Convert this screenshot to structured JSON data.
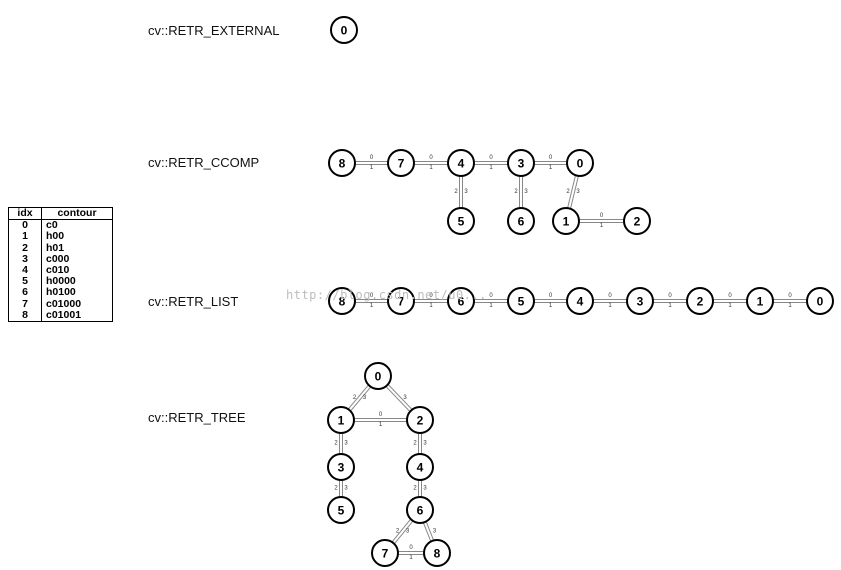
{
  "watermark": "http://blog.csdn.net/u0...",
  "legend": {
    "headers": [
      "idx",
      "contour"
    ],
    "rows": [
      [
        "0",
        "c0"
      ],
      [
        "1",
        "h00"
      ],
      [
        "2",
        "h01"
      ],
      [
        "3",
        "c000"
      ],
      [
        "4",
        "c010"
      ],
      [
        "5",
        "h0000"
      ],
      [
        "6",
        "h0100"
      ],
      [
        "7",
        "c01000"
      ],
      [
        "8",
        "c01001"
      ]
    ]
  },
  "modes": [
    {
      "id": "external",
      "label": "cv::RETR_EXTERNAL",
      "nodes": [
        {
          "id": "0",
          "label": "0"
        }
      ],
      "edges": []
    },
    {
      "id": "ccomp",
      "label": "cv::RETR_CCOMP",
      "nodes": [
        {
          "id": "8",
          "label": "8"
        },
        {
          "id": "7",
          "label": "7"
        },
        {
          "id": "4",
          "label": "4"
        },
        {
          "id": "3",
          "label": "3"
        },
        {
          "id": "0",
          "label": "0"
        },
        {
          "id": "5",
          "label": "5"
        },
        {
          "id": "6",
          "label": "6"
        },
        {
          "id": "1",
          "label": "1"
        },
        {
          "id": "2",
          "label": "2"
        }
      ],
      "edges": [
        {
          "from": "8",
          "to": "7",
          "labels": [
            "0",
            "1"
          ]
        },
        {
          "from": "7",
          "to": "4",
          "labels": [
            "0",
            "1"
          ]
        },
        {
          "from": "4",
          "to": "3",
          "labels": [
            "0",
            "1"
          ]
        },
        {
          "from": "3",
          "to": "0",
          "labels": [
            "0",
            "1"
          ]
        },
        {
          "from": "4",
          "to": "5",
          "labels": [
            "2",
            "3"
          ]
        },
        {
          "from": "3",
          "to": "6",
          "labels": [
            "2",
            "3"
          ]
        },
        {
          "from": "0",
          "to": "1",
          "labels": [
            "2",
            "3"
          ]
        },
        {
          "from": "1",
          "to": "2",
          "labels": [
            "0",
            "1"
          ]
        }
      ]
    },
    {
      "id": "list",
      "label": "cv::RETR_LIST",
      "nodes": [
        {
          "id": "8",
          "label": "8"
        },
        {
          "id": "7",
          "label": "7"
        },
        {
          "id": "6",
          "label": "6"
        },
        {
          "id": "5",
          "label": "5"
        },
        {
          "id": "4",
          "label": "4"
        },
        {
          "id": "3",
          "label": "3"
        },
        {
          "id": "2",
          "label": "2"
        },
        {
          "id": "1",
          "label": "1"
        },
        {
          "id": "0",
          "label": "0"
        }
      ],
      "edges": [
        {
          "from": "8",
          "to": "7",
          "labels": [
            "0",
            "1"
          ]
        },
        {
          "from": "7",
          "to": "6",
          "labels": [
            "0",
            "1"
          ]
        },
        {
          "from": "6",
          "to": "5",
          "labels": [
            "0",
            "1"
          ]
        },
        {
          "from": "5",
          "to": "4",
          "labels": [
            "0",
            "1"
          ]
        },
        {
          "from": "4",
          "to": "3",
          "labels": [
            "0",
            "1"
          ]
        },
        {
          "from": "3",
          "to": "2",
          "labels": [
            "0",
            "1"
          ]
        },
        {
          "from": "2",
          "to": "1",
          "labels": [
            "0",
            "1"
          ]
        },
        {
          "from": "1",
          "to": "0",
          "labels": [
            "0",
            "1"
          ]
        }
      ]
    },
    {
      "id": "tree",
      "label": "cv::RETR_TREE",
      "nodes": [
        {
          "id": "0",
          "label": "0"
        },
        {
          "id": "1",
          "label": "1"
        },
        {
          "id": "2",
          "label": "2"
        },
        {
          "id": "3",
          "label": "3"
        },
        {
          "id": "4",
          "label": "4"
        },
        {
          "id": "5",
          "label": "5"
        },
        {
          "id": "6",
          "label": "6"
        },
        {
          "id": "7",
          "label": "7"
        },
        {
          "id": "8",
          "label": "8"
        }
      ],
      "edges": [
        {
          "from": "0",
          "to": "1",
          "labels": [
            "2",
            "3"
          ]
        },
        {
          "from": "0",
          "to": "2",
          "labels": [
            "3"
          ]
        },
        {
          "from": "1",
          "to": "2",
          "labels": [
            "0",
            "1"
          ]
        },
        {
          "from": "1",
          "to": "3",
          "labels": [
            "2",
            "3"
          ]
        },
        {
          "from": "2",
          "to": "4",
          "labels": [
            "2",
            "3"
          ]
        },
        {
          "from": "3",
          "to": "5",
          "labels": [
            "2",
            "3"
          ]
        },
        {
          "from": "4",
          "to": "6",
          "labels": [
            "2",
            "3"
          ]
        },
        {
          "from": "6",
          "to": "7",
          "labels": [
            "2",
            "3"
          ]
        },
        {
          "from": "6",
          "to": "8",
          "labels": [
            "3"
          ]
        },
        {
          "from": "7",
          "to": "8",
          "labels": [
            "0",
            "1"
          ]
        }
      ]
    }
  ]
}
